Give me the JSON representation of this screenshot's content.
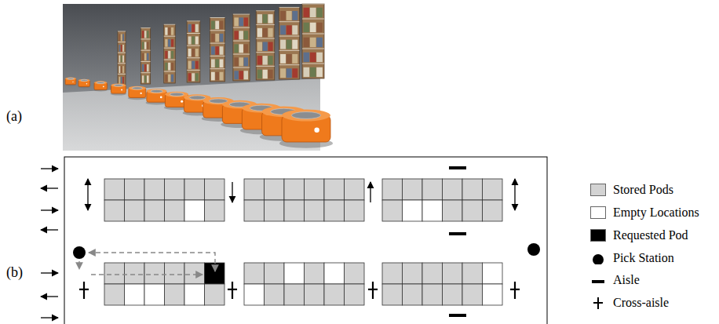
{
  "diagram": {
    "labels": [
      "(a)",
      "(b)"
    ],
    "legend": [
      {
        "text": "Stored Pods",
        "color": "#d3d3d3"
      },
      {
        "text": "Empty Locations",
        "color": "#ffffff"
      },
      {
        "text": "Requested Pod",
        "color": "#000000"
      },
      {
        "text": "Pick Station"
      },
      {
        "text": "Aisle"
      },
      {
        "text": "Cross-aisle"
      }
    ]
  }
}
